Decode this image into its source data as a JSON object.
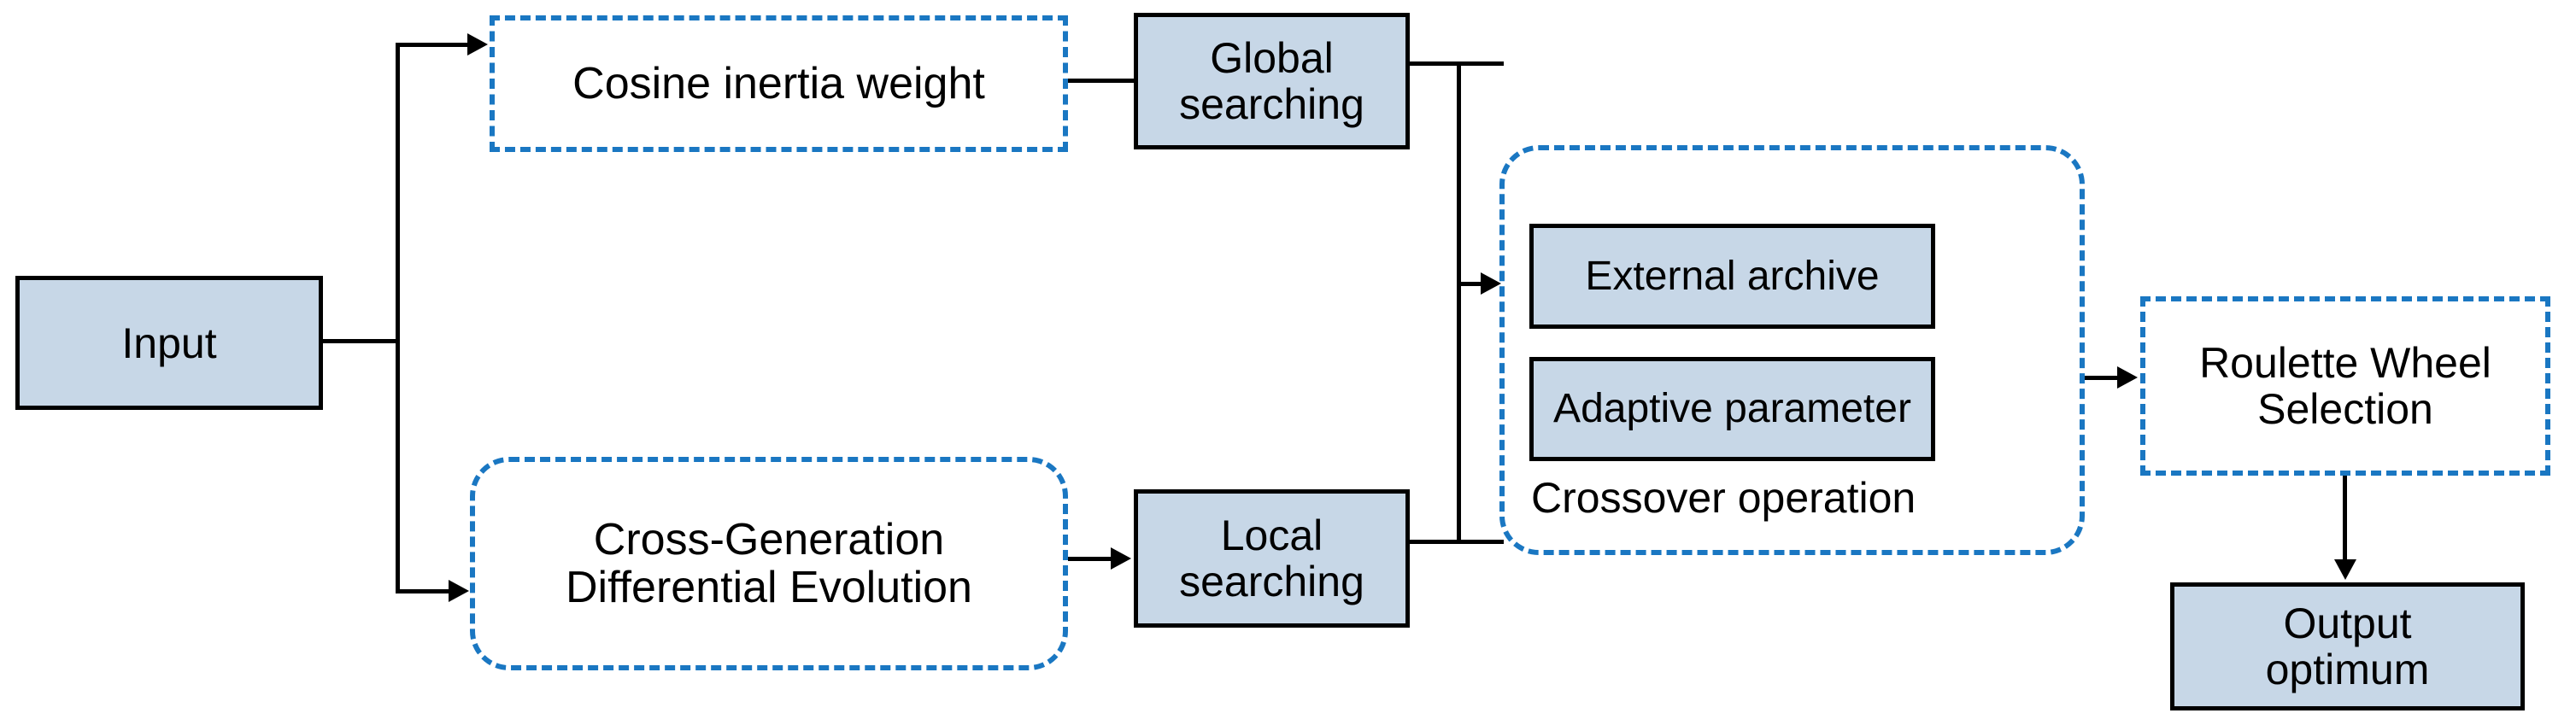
{
  "diagram": {
    "title": "Hybrid optimization algorithm flowchart",
    "colors": {
      "box_fill": "#c7d7e7",
      "box_border": "#000000",
      "dashed_module": "#1a77c2",
      "connector": "#000000",
      "background": "#ffffff"
    },
    "nodes": {
      "input": {
        "label": "Input",
        "style": "solid-filled"
      },
      "cosine_inertia_weight": {
        "label": "Cosine inertia weight",
        "style": "dashed-sharp"
      },
      "global_searching": {
        "label": "Global\nsearching",
        "style": "solid-filled"
      },
      "cross_generation_de": {
        "label": "Cross-Generation\nDifferential Evolution",
        "style": "dashed-rounded"
      },
      "local_searching": {
        "label": "Local\nsearching",
        "style": "solid-filled"
      },
      "crossover_operation": {
        "label": "Crossover operation",
        "style": "dashed-rounded"
      },
      "external_archive": {
        "label": "External archive",
        "style": "solid-filled"
      },
      "adaptive_parameter": {
        "label": "Adaptive parameter",
        "style": "solid-filled"
      },
      "roulette_wheel_selection": {
        "label": "Roulette Wheel\nSelection",
        "style": "dashed-sharp"
      },
      "output_optimum": {
        "label": "Output\noptimum",
        "style": "solid-filled"
      }
    },
    "edges": [
      {
        "from": "input",
        "to": "cosine_inertia_weight",
        "kind": "elbow-up-arrow"
      },
      {
        "from": "input",
        "to": "cross_generation_de",
        "kind": "elbow-down-arrow"
      },
      {
        "from": "cosine_inertia_weight",
        "to": "global_searching",
        "kind": "straight"
      },
      {
        "from": "cross_generation_de",
        "to": "local_searching",
        "kind": "straight-arrow"
      },
      {
        "from": "global_searching",
        "to": "crossover_operation",
        "kind": "merge-arrow"
      },
      {
        "from": "local_searching",
        "to": "crossover_operation",
        "kind": "merge-arrow"
      },
      {
        "from": "crossover_operation",
        "to": "roulette_wheel_selection",
        "kind": "straight-arrow"
      },
      {
        "from": "roulette_wheel_selection",
        "to": "output_optimum",
        "kind": "down-arrow"
      }
    ]
  }
}
